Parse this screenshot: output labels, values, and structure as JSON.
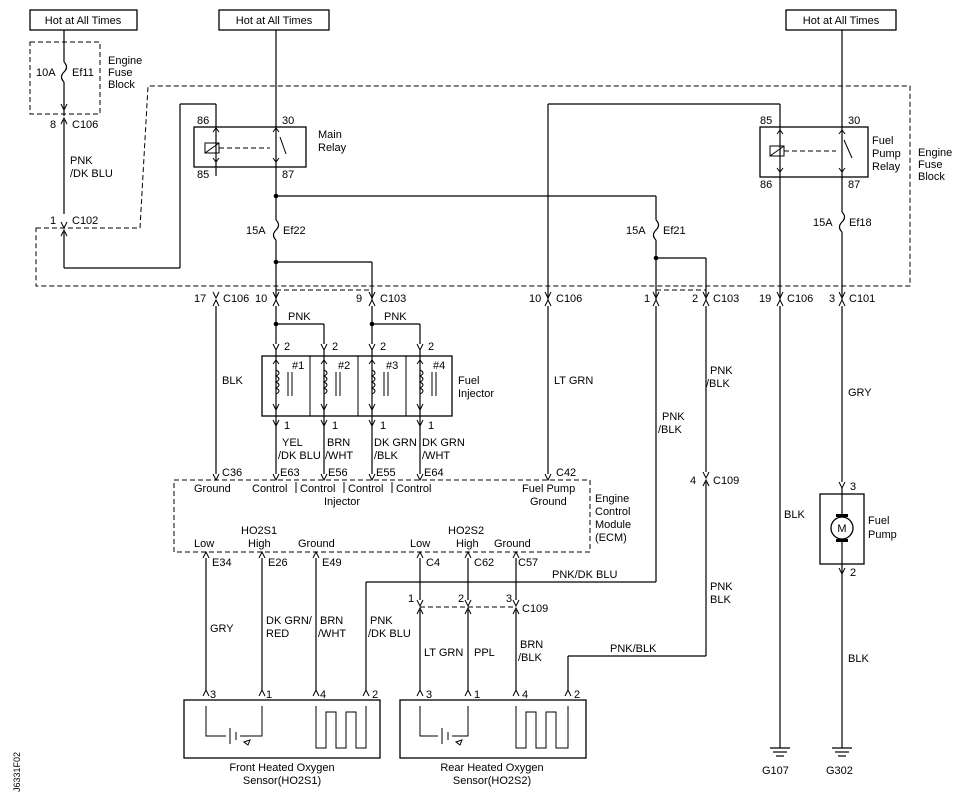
{
  "power": {
    "hot_left": "Hot at All Times",
    "hot_mid": "Hot at All Times",
    "hot_right": "Hot at All Times"
  },
  "fuse_block_top": {
    "l1": "Engine",
    "l2": "Fuse",
    "l3": "Block",
    "amp": "10A",
    "fuse": "Ef11"
  },
  "fuse_block_main": {
    "l1": "Engine",
    "l2": "Fuse",
    "l3": "Block"
  },
  "main_relay": {
    "l1": "Main",
    "l2": "Relay",
    "p86": "86",
    "p30": "30",
    "p85": "85",
    "p87": "87"
  },
  "fuel_pump_relay": {
    "l1": "Fuel",
    "l2": "Pump",
    "l3": "Relay",
    "p85": "85",
    "p30": "30",
    "p86": "86",
    "p87": "87"
  },
  "fuses": {
    "ef22_amp": "15A",
    "ef22": "Ef22",
    "ef21_amp": "15A",
    "ef21": "Ef21",
    "ef18_amp": "15A",
    "ef18": "Ef18"
  },
  "connectors": {
    "c106_8_pin": "8",
    "c106_8": "C106",
    "c102_1_pin": "1",
    "c102_1": "C102",
    "c106_17_pin": "17",
    "c106_17": "C106",
    "c106_10_pin": "10",
    "c103_9_pin": "9",
    "c103_9": "C103",
    "c106_10b_pin": "10",
    "c106_10b": "C106",
    "c103_1_pin": "1",
    "c103_2_pin": "2",
    "c103_2": "C103",
    "c106_19_pin": "19",
    "c106_19": "C106",
    "c101_3_pin": "3",
    "c101_3": "C101",
    "c109_4_pin": "4",
    "c109_4": "C109",
    "c109_b": "C109",
    "c109_p1": "1",
    "c109_p2": "2",
    "c109_p3": "3"
  },
  "wires": {
    "pnk_dkblu": [
      "PNK",
      "/DK BLU"
    ],
    "blk_ecm": "BLK",
    "pnk_a": "PNK",
    "pnk_b": "PNK",
    "lt_grn": "LT GRN",
    "pnk_blk_mid": [
      "PNK",
      "/BLK"
    ],
    "pnk_blk_right": [
      "PNK",
      "/BLK"
    ],
    "gry_pump": "GRY",
    "blk_g107": "BLK",
    "blk_g302": "BLK",
    "inj1": [
      "YEL",
      "/DK BLU"
    ],
    "inj2": [
      "BRN",
      "/WHT"
    ],
    "inj3": [
      "DK GRN",
      "/BLK"
    ],
    "inj4": [
      "DK GRN",
      "/WHT"
    ],
    "pnk_dkblu_h": "PNK/DK BLU",
    "gry_o2": "GRY",
    "dkgrn_red": [
      "DK GRN/",
      "RED"
    ],
    "brn_wht_o2": [
      "BRN",
      "/WHT"
    ],
    "pnk_dkblu_o2": [
      "PNK",
      "/DK BLU"
    ],
    "lt_grn_o2": "LT GRN",
    "ppl": "PPL",
    "brn_blk": [
      "BRN",
      "/BLK"
    ],
    "pnk_blk_c109": [
      "PNK",
      "BLK"
    ],
    "pnk_blk_h": "PNK/BLK"
  },
  "injectors": {
    "n1": "#1",
    "n2": "#2",
    "n3": "#3",
    "n4": "#4",
    "label": [
      "Fuel",
      "Injector"
    ],
    "pin_top": "2",
    "pin_bot": "1"
  },
  "ecm": {
    "label": [
      "Engine",
      "Control",
      "Module",
      "(ECM)"
    ],
    "c36": "C36",
    "e63": "E63",
    "e56": "E56",
    "e55": "E55",
    "e64": "E64",
    "c42": "C42",
    "ground": "Ground",
    "control": "Control",
    "injector": "Injector",
    "fuel_pump": "Fuel Pump",
    "ground2": "Ground",
    "ho2s1": "HO2S1",
    "ho2s2": "HO2S2",
    "low1": "Low",
    "high1": "High",
    "ground3": "Ground",
    "low2": "Low",
    "high2": "High",
    "ground4": "Ground",
    "e34": "E34",
    "e26": "E26",
    "e49": "E49",
    "c4": "C4",
    "c62": "C62",
    "c57": "C57"
  },
  "fuel_pump": {
    "label": [
      "Fuel",
      "Pump"
    ],
    "m": "M",
    "p3": "3",
    "p2": "2"
  },
  "sensors": {
    "front": [
      "Front Heated Oxygen",
      "Sensor(HO2S1)"
    ],
    "rear": [
      "Rear Heated Oxygen",
      "Sensor(HO2S2)"
    ],
    "p3": "3",
    "p1": "1",
    "p4": "4",
    "p2": "2"
  },
  "grounds": {
    "g107": "G107",
    "g302": "G302"
  },
  "figure_code": "J6331F02"
}
